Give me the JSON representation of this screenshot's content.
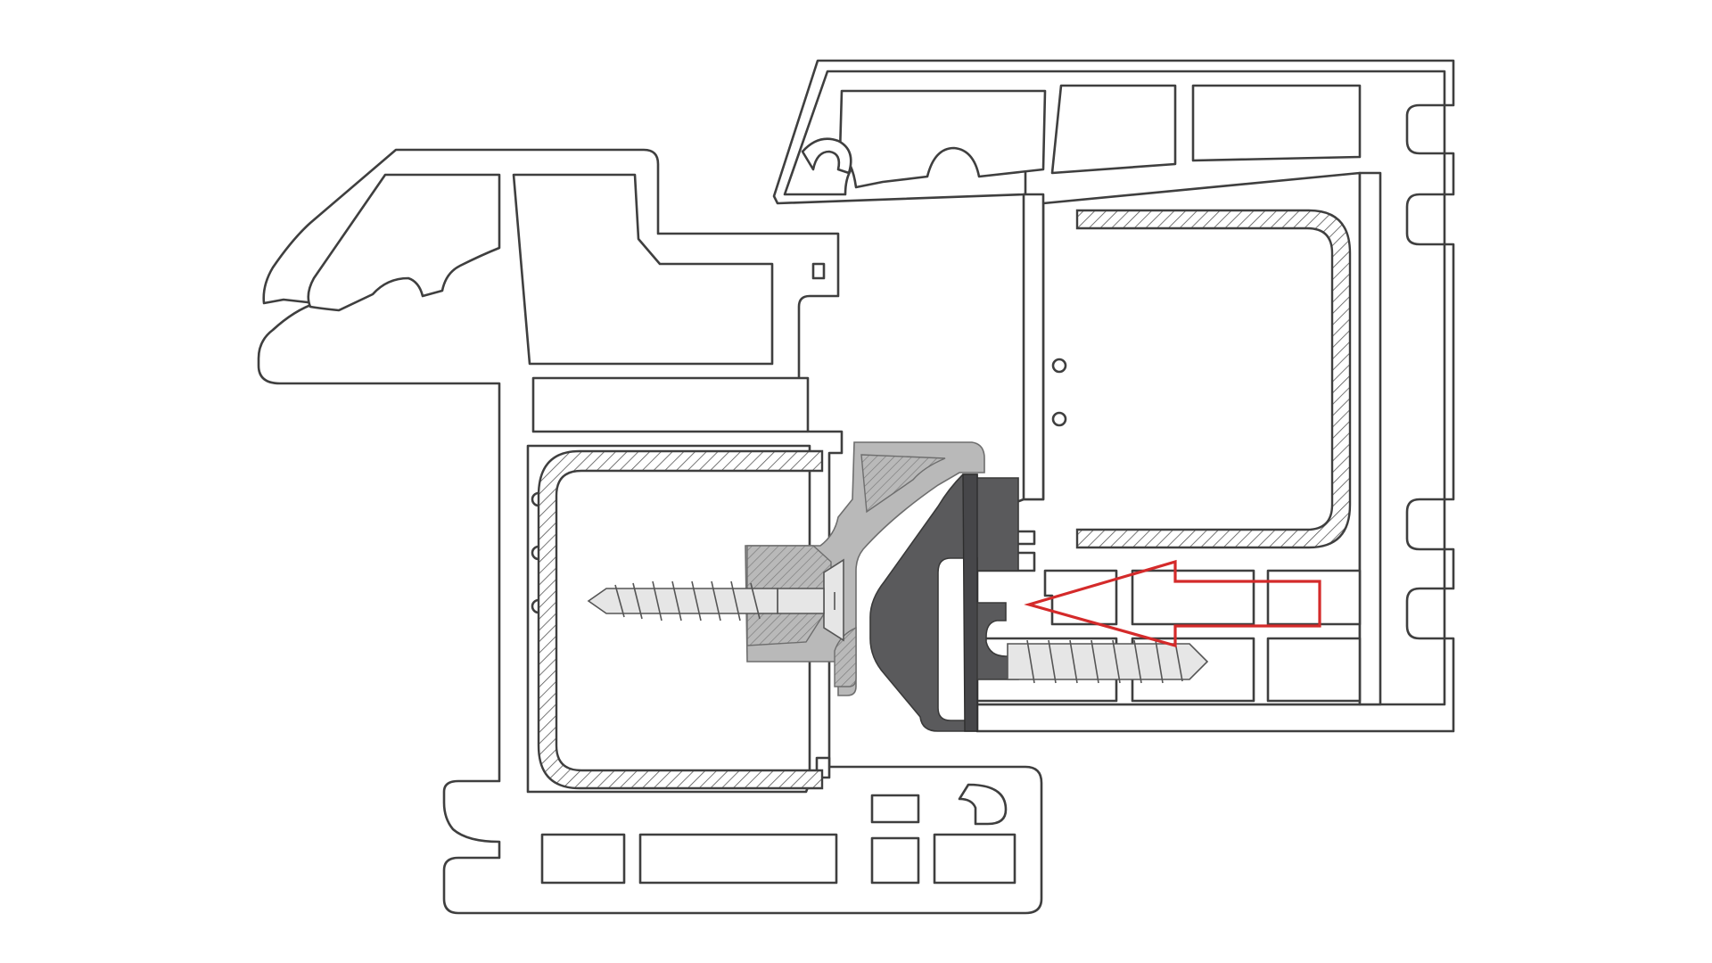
{
  "figure": {
    "kind": "window-profile-cross-section",
    "colors": {
      "background": "#ffffff",
      "outline": "#3f3f3f",
      "bracket_light": "#b9b9b9",
      "bracket_dark": "#5a5a5c",
      "screw": "#e6e6e6",
      "arrow": "#d42a2a"
    },
    "elements": [
      "frame-profile-left",
      "frame-profile-right",
      "steel-reinforcement-left",
      "steel-reinforcement-right",
      "connector-bracket-light",
      "connector-bracket-dark",
      "screw-left",
      "screw-right",
      "insertion-arrow"
    ],
    "arrow_direction": "left"
  }
}
